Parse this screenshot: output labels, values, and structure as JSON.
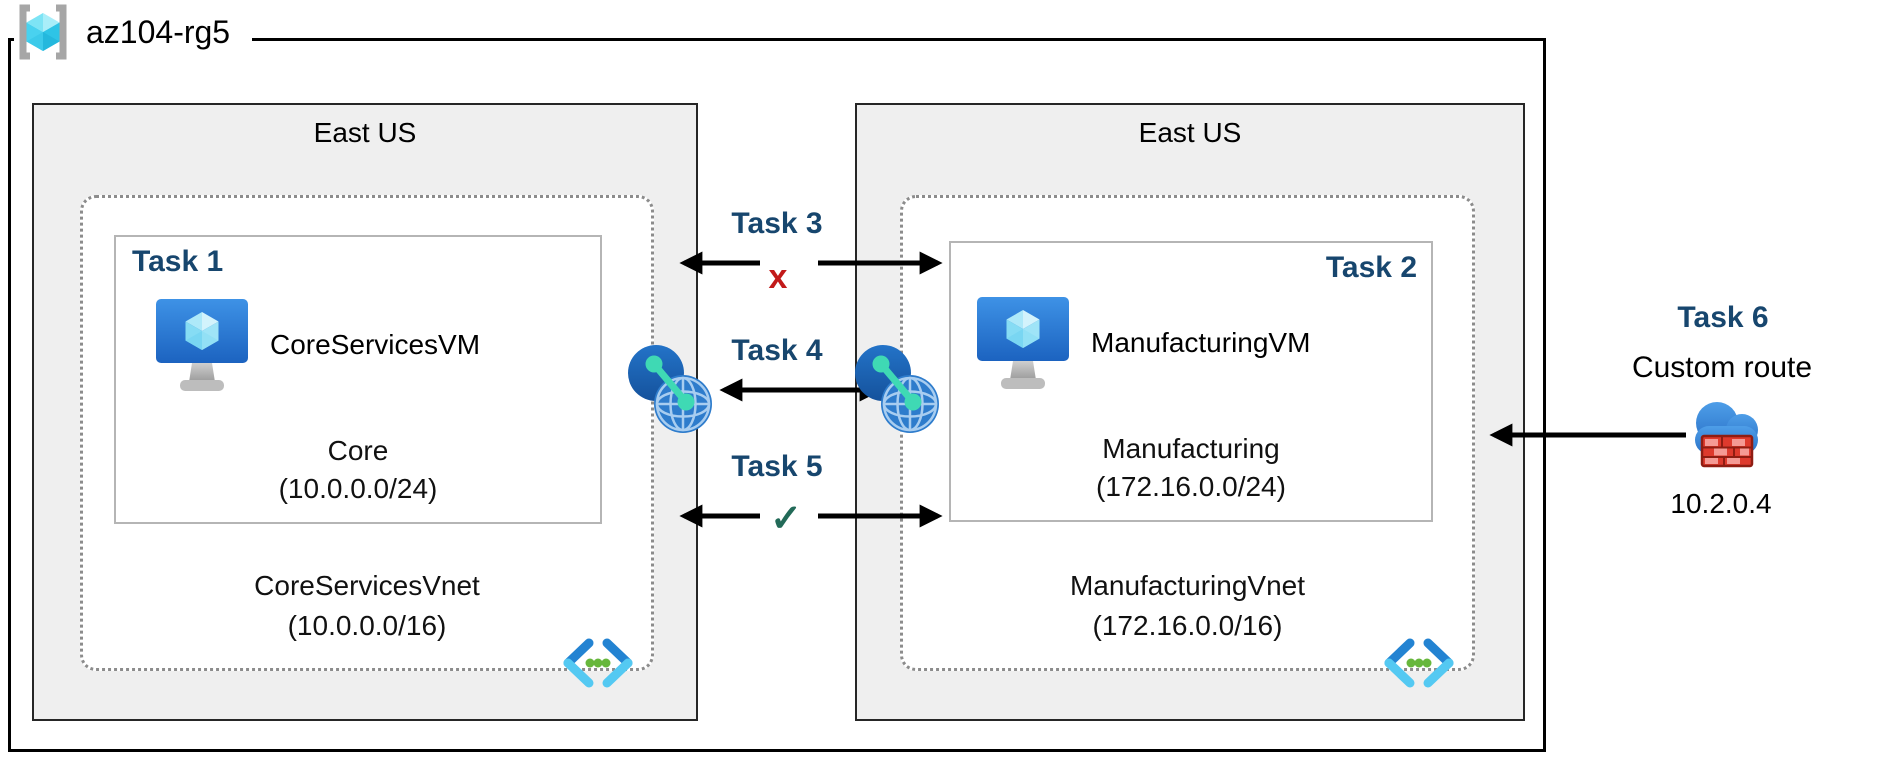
{
  "resource_group": {
    "name": "az104-rg5",
    "icon": "resource-group-icon"
  },
  "colors": {
    "task_label": "#17466e",
    "blocked_mark": "#c21a1a",
    "allowed_mark": "#226a58",
    "arrow": "#000000",
    "region_fill": "#efefef"
  },
  "regions": {
    "left": {
      "location": "East US",
      "vnet": {
        "name": "CoreServicesVnet",
        "cidr": "(10.0.0.0/16)",
        "icon": "virtual-network-icon"
      },
      "subnet": {
        "task_label": "Task 1",
        "vm_name": "CoreServicesVM",
        "vm_icon": "virtual-machine-icon",
        "name": "Core",
        "cidr": "(10.0.0.0/24)"
      }
    },
    "right": {
      "location": "East US",
      "vnet": {
        "name": "ManufacturingVnet",
        "cidr": "(172.16.0.0/16)",
        "icon": "virtual-network-icon"
      },
      "subnet": {
        "task_label": "Task 2",
        "vm_name": "ManufacturingVM",
        "vm_icon": "virtual-machine-icon",
        "name": "Manufacturing",
        "cidr": "(172.16.0.0/24)"
      }
    }
  },
  "connections": {
    "task3": {
      "label": "Task 3",
      "mark": "x"
    },
    "task4": {
      "label": "Task 4",
      "icon": "vnet-peering-icon"
    },
    "task5": {
      "label": "Task 5",
      "mark": "✓"
    }
  },
  "custom_route": {
    "label": "Task 6",
    "description": "Custom route",
    "ip": "10.2.0.4",
    "icon": "firewall-cloud-icon"
  }
}
